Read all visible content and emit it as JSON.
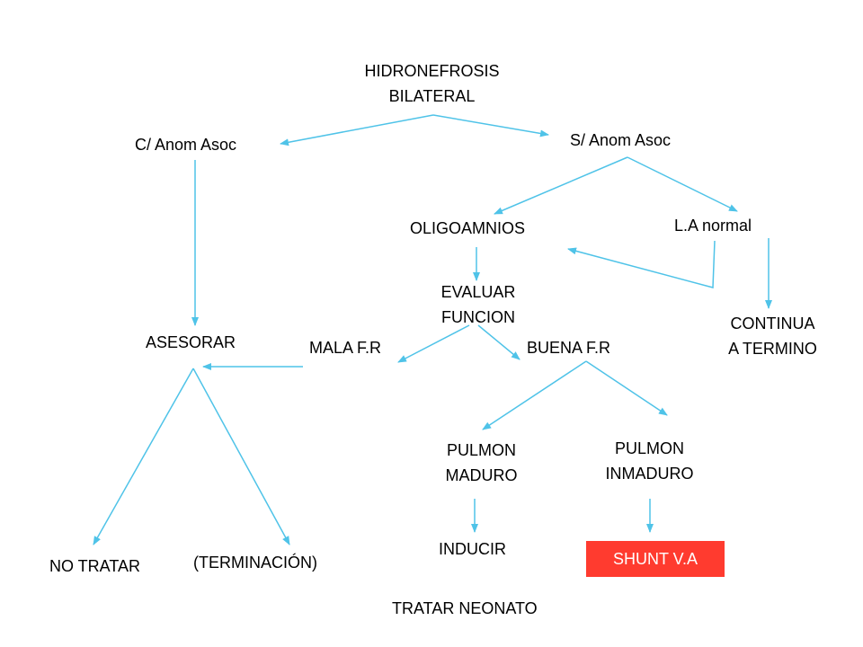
{
  "nodes": {
    "root": [
      "HIDRONEFROSIS",
      "BILATERAL"
    ],
    "con_anom": "C/ Anom Asoc",
    "sin_anom": "S/ Anom Asoc",
    "oligo": "OLIGOAMNIOS",
    "la_normal": "L.A normal",
    "evaluar": [
      "EVALUAR",
      "FUNCION"
    ],
    "continua": [
      "CONTINUA",
      "A TERMINO"
    ],
    "asesorar": "ASESORAR",
    "mala": "MALA F.R",
    "buena": "BUENA F.R",
    "pulmon_maduro": [
      "PULMON",
      "MADURO"
    ],
    "pulmon_inmaduro": [
      "PULMON",
      "INMADURO"
    ],
    "no_tratar": "NO TRATAR",
    "terminacion": "(TERMINACIÓN)",
    "inducir": "INDUCIR",
    "shunt": "SHUNT V.A",
    "tratar_neonato": "TRATAR NEONATO"
  },
  "colors": {
    "arrow": "#4fc3e8",
    "highlight": "#ff3b2f"
  }
}
